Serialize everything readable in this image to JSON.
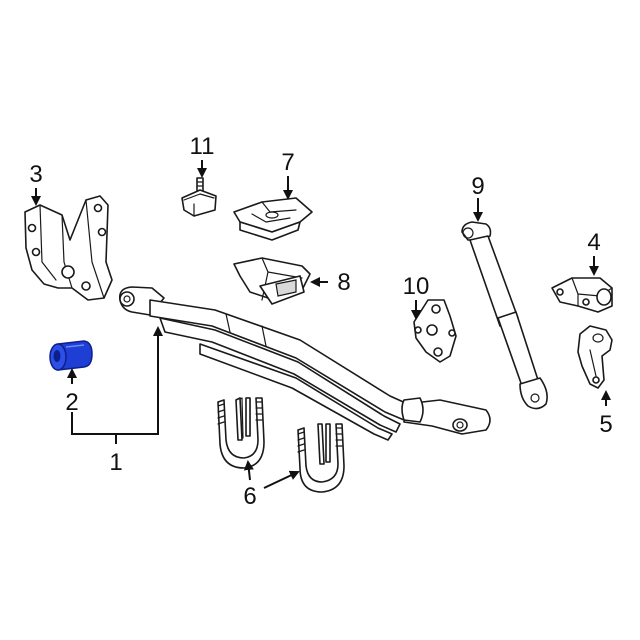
{
  "callouts": {
    "c1": "1",
    "c2": "2",
    "c3": "3",
    "c4": "4",
    "c5": "5",
    "c6": "6",
    "c7": "7",
    "c8": "8",
    "c9": "9",
    "c10": "10",
    "c11": "11"
  },
  "colors": {
    "highlight": "#1f3fd4",
    "highlight_dark": "#0d1f8c",
    "line": "#1a1a1a"
  }
}
